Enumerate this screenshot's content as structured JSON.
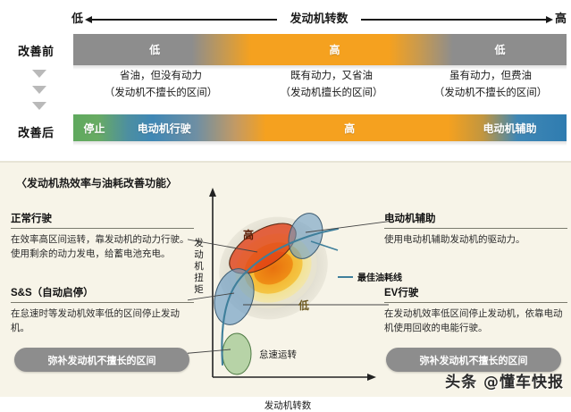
{
  "top_panel": {
    "axis": {
      "left_label": "低",
      "right_label": "高",
      "title": "发动机转数"
    },
    "rows": [
      {
        "label": "改善前"
      },
      {
        "label": "改善后"
      }
    ],
    "before_bar": {
      "segments": [
        {
          "text": "低",
          "left_pct": 0,
          "width_pct": 33
        },
        {
          "text": "高",
          "left_pct": 33,
          "width_pct": 40
        },
        {
          "text": "低",
          "left_pct": 73,
          "width_pct": 27
        }
      ]
    },
    "after_bar": {
      "segments": [
        {
          "text": "停止",
          "left_pct": 1,
          "width_pct": 12
        },
        {
          "text": "电动机行驶",
          "left_pct": 13,
          "width_pct": 20
        },
        {
          "text": "高",
          "left_pct": 36,
          "width_pct": 40
        },
        {
          "text": "电动机辅助",
          "left_pct": 78,
          "width_pct": 21
        }
      ]
    },
    "descriptions": [
      {
        "line1": "省油，但没有动力",
        "line2": "（发动机不擅长的区间）"
      },
      {
        "line1": "既有动力，又省油",
        "line2": "（发动机擅长的区间）"
      },
      {
        "line1": "虽有动力，但费油",
        "line2": "（发动机不擅长的区间）"
      }
    ]
  },
  "bottom_panel": {
    "title": "〈发动机热效率与油耗改善功能〉",
    "callouts": [
      {
        "heading": "正常行驶",
        "line1": "在效率高区间运转，靠发动机的动力行驶。",
        "line2": "使用剩余的动力发电，给蓄电池充电。"
      },
      {
        "heading": "S&S（自动启停）",
        "line1": "在怠速时等发动机效率低的区间停止发动",
        "line2": "机。"
      },
      {
        "heading": "电动机辅助",
        "line1": "使用电动机辅助发动机的驱动力。",
        "line2": ""
      },
      {
        "heading": "EV行驶",
        "line1": "在发动机效率低区间停止发动机，依靠电动",
        "line2": "机使用回收的电能行驶。"
      }
    ],
    "pills": [
      {
        "text": "弥补发动机不擅长的区间"
      },
      {
        "text": "弥补发动机不擅长的区间"
      }
    ],
    "chart": {
      "legend_label": "最佳油耗线",
      "contour_high_label": "高",
      "contour_low_label": "低",
      "idle_label": "怠速运转",
      "y_axis_label": "发动机扭矩",
      "x_axis_label": "发动机转数"
    }
  },
  "watermark": {
    "text": "头条 @懂车快报"
  },
  "colors": {
    "orange": "#f5a11f",
    "gray": "#8d8d8d",
    "blue": "#3f87b5",
    "green": "#5fa95e",
    "panel_bg": "#f7f4e8",
    "red_center": "#d4380d"
  }
}
